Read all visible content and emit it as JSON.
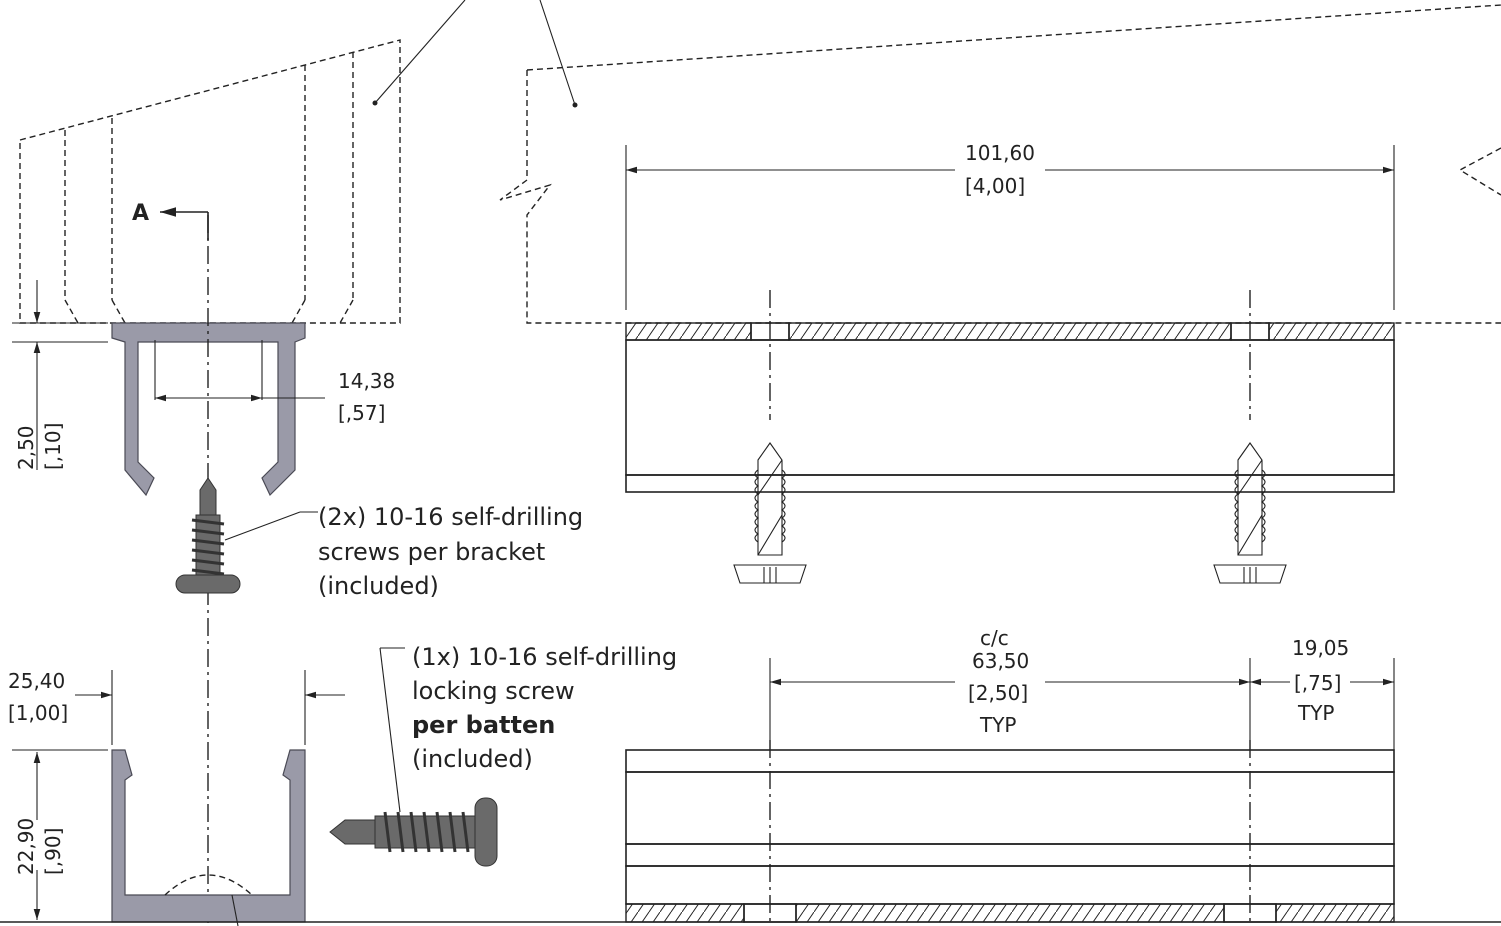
{
  "labels": {
    "section": "A",
    "dim_width": "101,60",
    "dim_width_in": "[4,00]",
    "dim_gap": "14,38",
    "dim_gap_in": "[,57]",
    "dim_top_h": "2,50",
    "dim_top_h_in": "[,10]",
    "dim_cc_label": "c/c",
    "dim_cc": "63,50",
    "dim_cc_in": "[2,50]",
    "dim_cc_typ": "TYP",
    "dim_end": "19,05",
    "dim_end_in": "[,75]",
    "dim_end_typ": "TYP",
    "dim_base_w": "25,40",
    "dim_base_w_in": "[1,00]",
    "dim_base_h": "22,90",
    "dim_base_h_in": "[,90]",
    "note1_line1": "(2x) 10-16 self-drilling",
    "note1_line2": "screws per bracket",
    "note1_line3": "(included)",
    "note2_line1": "(1x) 10-16 self-drilling",
    "note2_line2": "locking screw",
    "note2_line3": "per batten",
    "note2_line4": "(included)"
  },
  "colors": {
    "aluminum": "#9a9aa8",
    "screw": "#6a6a6a",
    "line": "#222222"
  }
}
